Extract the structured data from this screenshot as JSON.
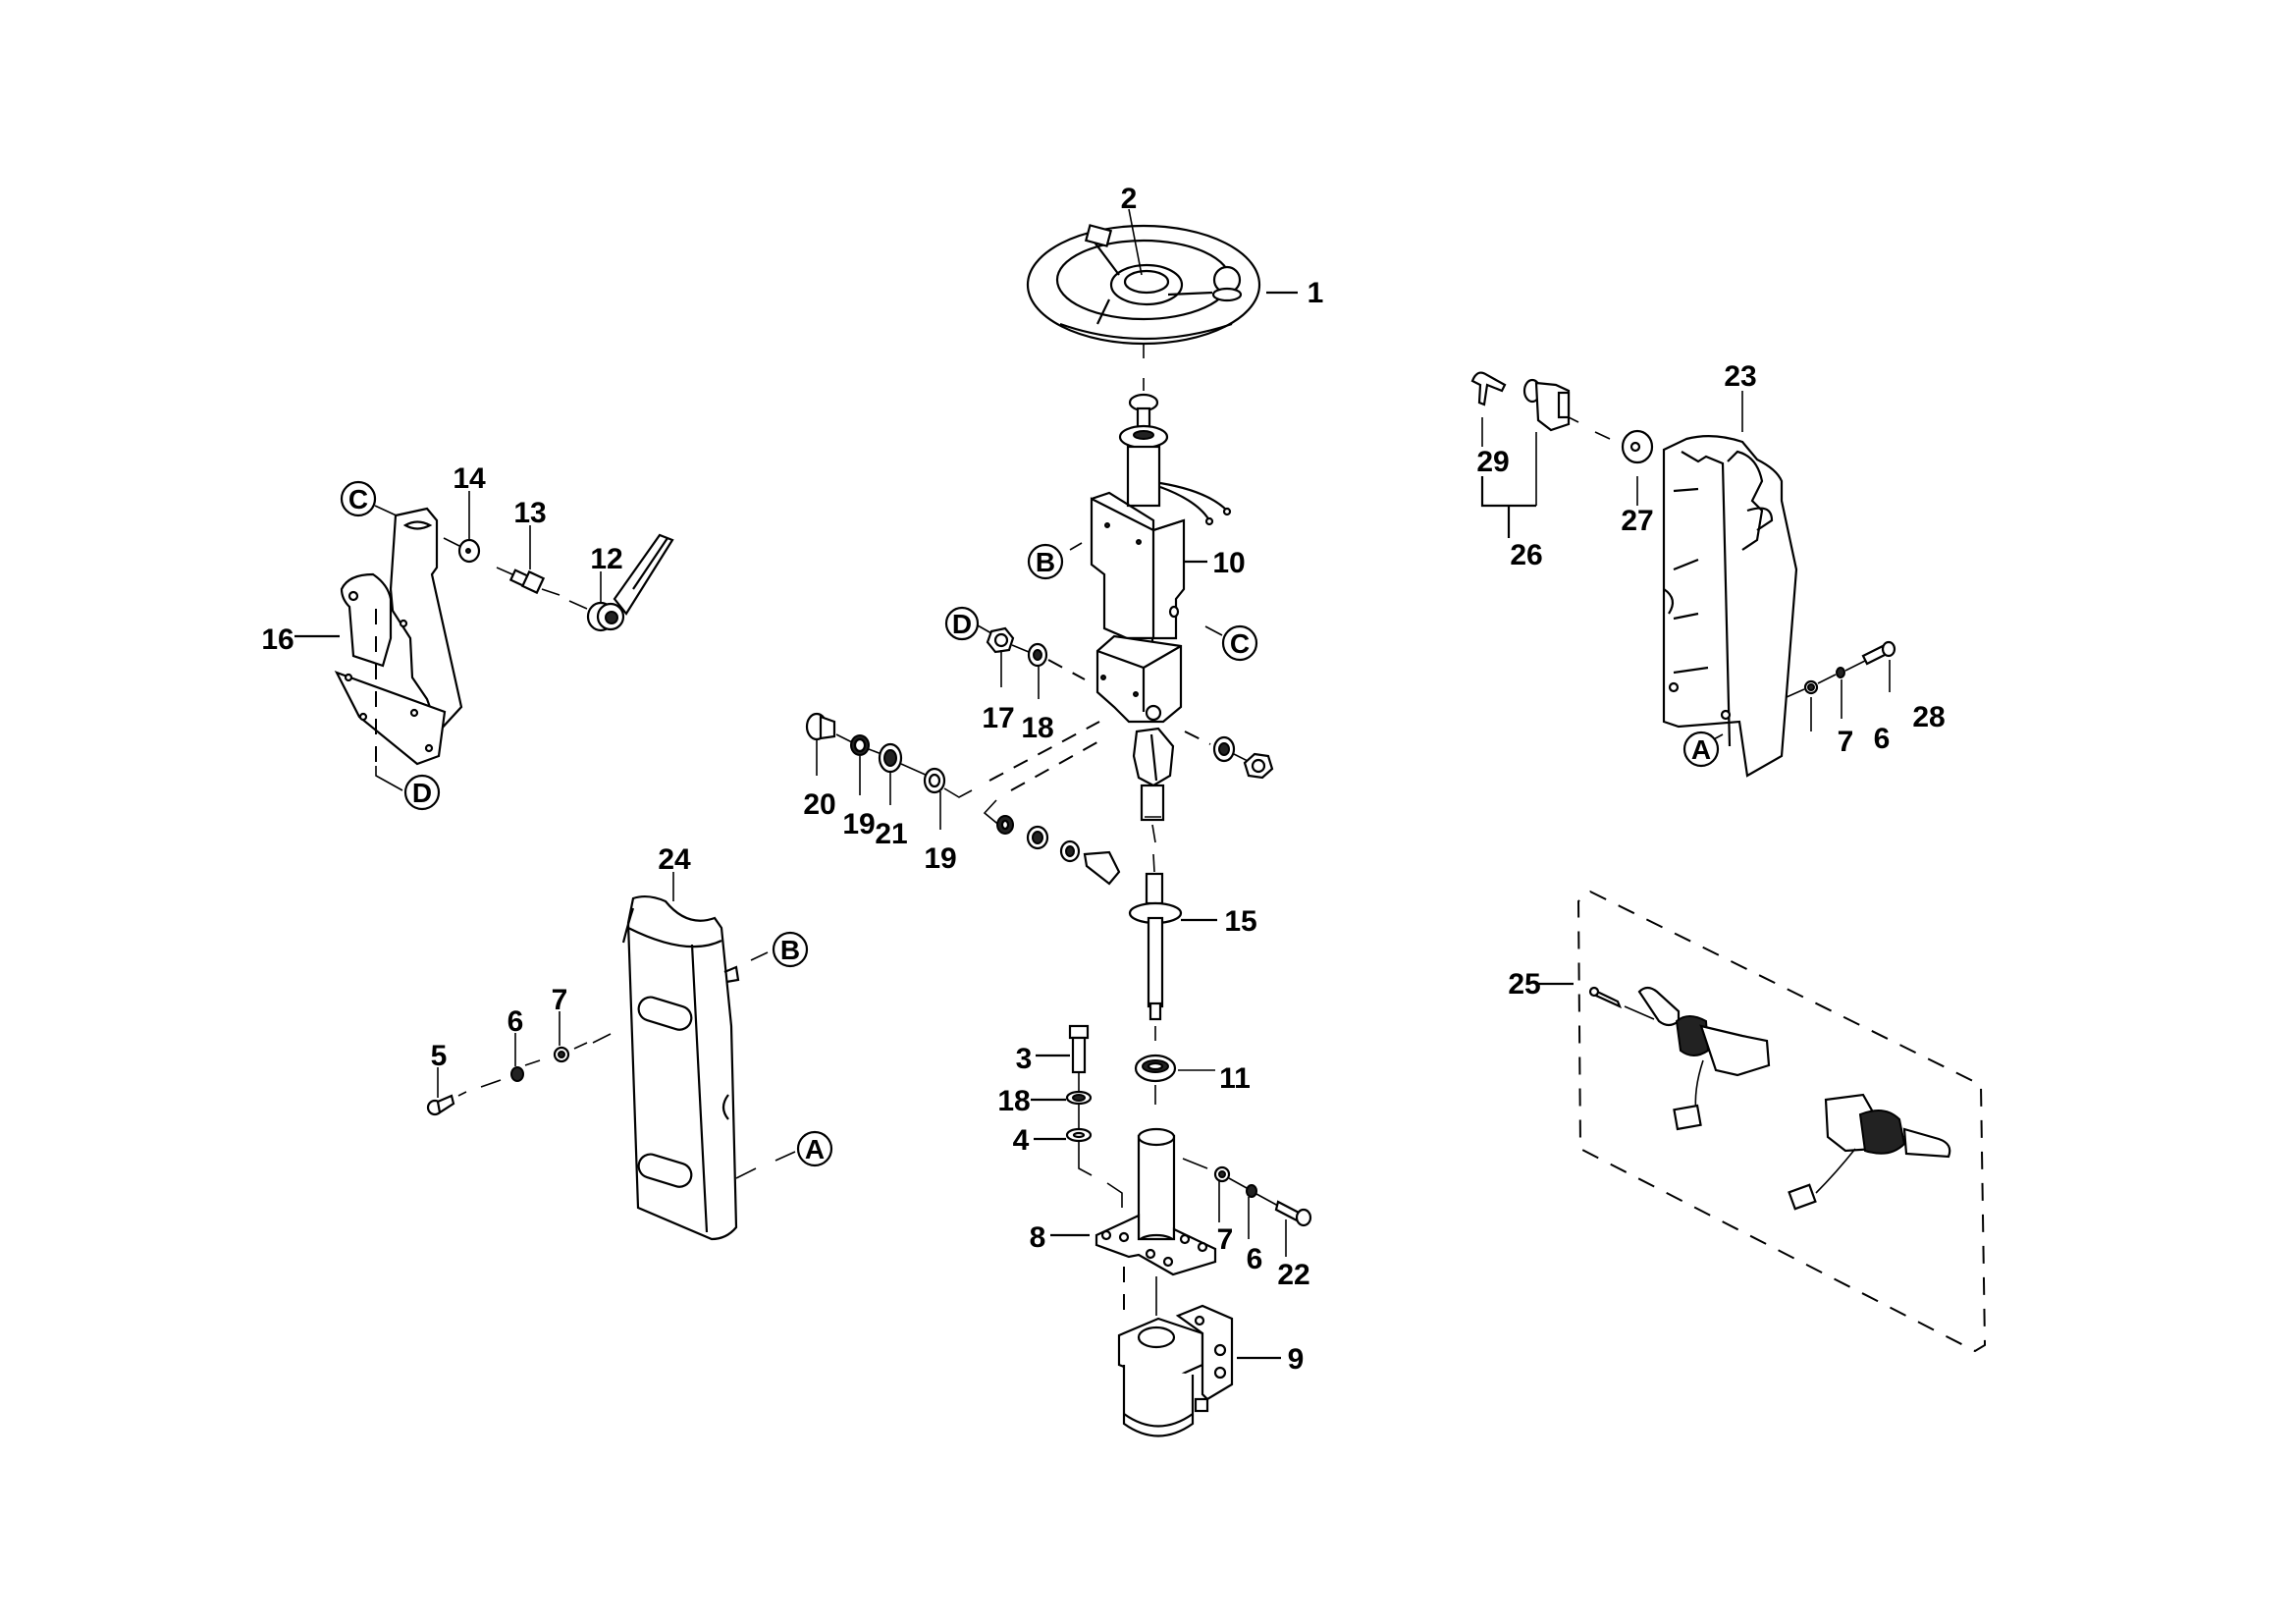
{
  "diagram": {
    "type": "exploded-parts-diagram",
    "subject": "steering column assembly",
    "callouts": {
      "c1": "1",
      "c2": "2",
      "c3": "3",
      "c4": "4",
      "c5": "5",
      "c6a": "6",
      "c6b": "6",
      "c6c": "6",
      "c7a": "7",
      "c7b": "7",
      "c7c": "7",
      "c8": "8",
      "c9": "9",
      "c10": "10",
      "c11": "11",
      "c12": "12",
      "c13": "13",
      "c14": "14",
      "c15": "15",
      "c16": "16",
      "c17": "17",
      "c18a": "18",
      "c18b": "18",
      "c19a": "19",
      "c19b": "19",
      "c20": "20",
      "c21": "21",
      "c22": "22",
      "c23": "23",
      "c24": "24",
      "c25": "25",
      "c26": "26",
      "c27": "27",
      "c28": "28",
      "c29": "29"
    },
    "references": {
      "A_cover_left": "A",
      "A_cover_right": "A",
      "B_column": "B",
      "B_cover": "B",
      "C_column": "C",
      "C_bracket": "C",
      "D_column": "D",
      "D_bracket": "D"
    },
    "parts": [
      {
        "id": "1",
        "name": "steering wheel"
      },
      {
        "id": "2",
        "name": "horn cap"
      },
      {
        "id": "10",
        "name": "steering column"
      },
      {
        "id": "12",
        "name": "tilt lever"
      },
      {
        "id": "13",
        "name": "threaded stud"
      },
      {
        "id": "14",
        "name": "washer"
      },
      {
        "id": "16",
        "name": "bracket"
      },
      {
        "id": "15",
        "name": "shaft"
      },
      {
        "id": "11",
        "name": "bearing"
      },
      {
        "id": "8",
        "name": "column base"
      },
      {
        "id": "9",
        "name": "steering unit"
      },
      {
        "id": "23",
        "name": "rear cover"
      },
      {
        "id": "24",
        "name": "front cover"
      },
      {
        "id": "25",
        "name": "combination switch set"
      },
      {
        "id": "26",
        "name": "ignition switch kit"
      },
      {
        "id": "27",
        "name": "switch ring"
      },
      {
        "id": "29",
        "name": "keys"
      }
    ]
  }
}
